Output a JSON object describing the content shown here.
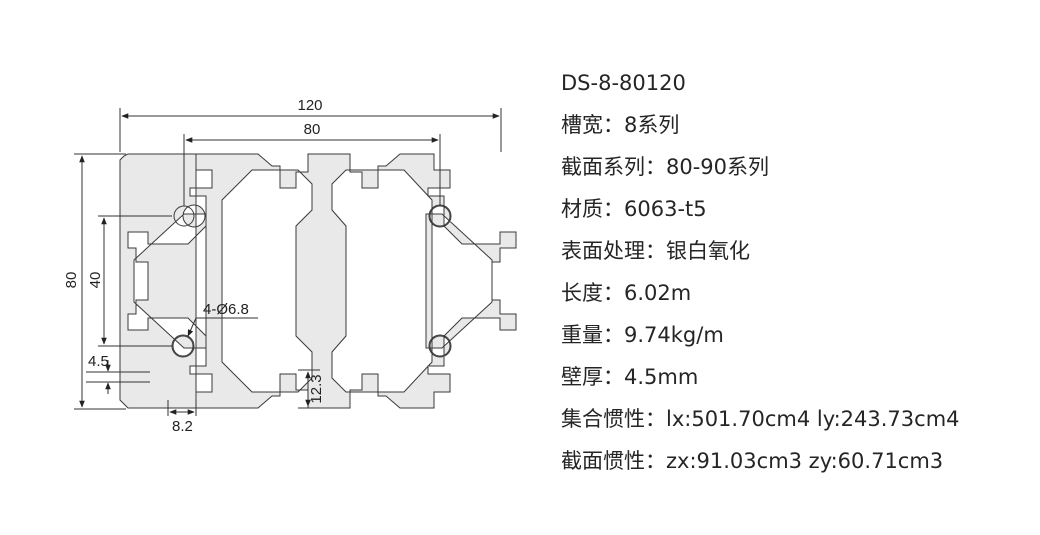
{
  "drawing": {
    "dim_width": "120",
    "dim_slot_span": "80",
    "dim_height": "80",
    "dim_hole_span": "40",
    "dim_holes": "4-Ø6.8",
    "dim_wall": "4.5",
    "dim_slot_width": "8.2",
    "dim_slot_depth": "12.3"
  },
  "specs": {
    "model": "DS-8-80120",
    "slot_width": "槽宽：8系列",
    "section_series": "截面系列：80-90系列",
    "material": "材质：6063-t5",
    "surface": "表面处理：银白氧化",
    "length": "长度：6.02m",
    "weight": "重量：9.74kg/m",
    "wall_thickness": "壁厚：4.5mm",
    "inertia": "集合惯性：lx:501.70cm4 ly:243.73cm4",
    "section_modulus": "截面惯性：zx:91.03cm3 zy:60.71cm3"
  },
  "colors": {
    "profile_fill": "#e9e9e9",
    "outline": "#3a3a3a",
    "text": "#252525"
  }
}
